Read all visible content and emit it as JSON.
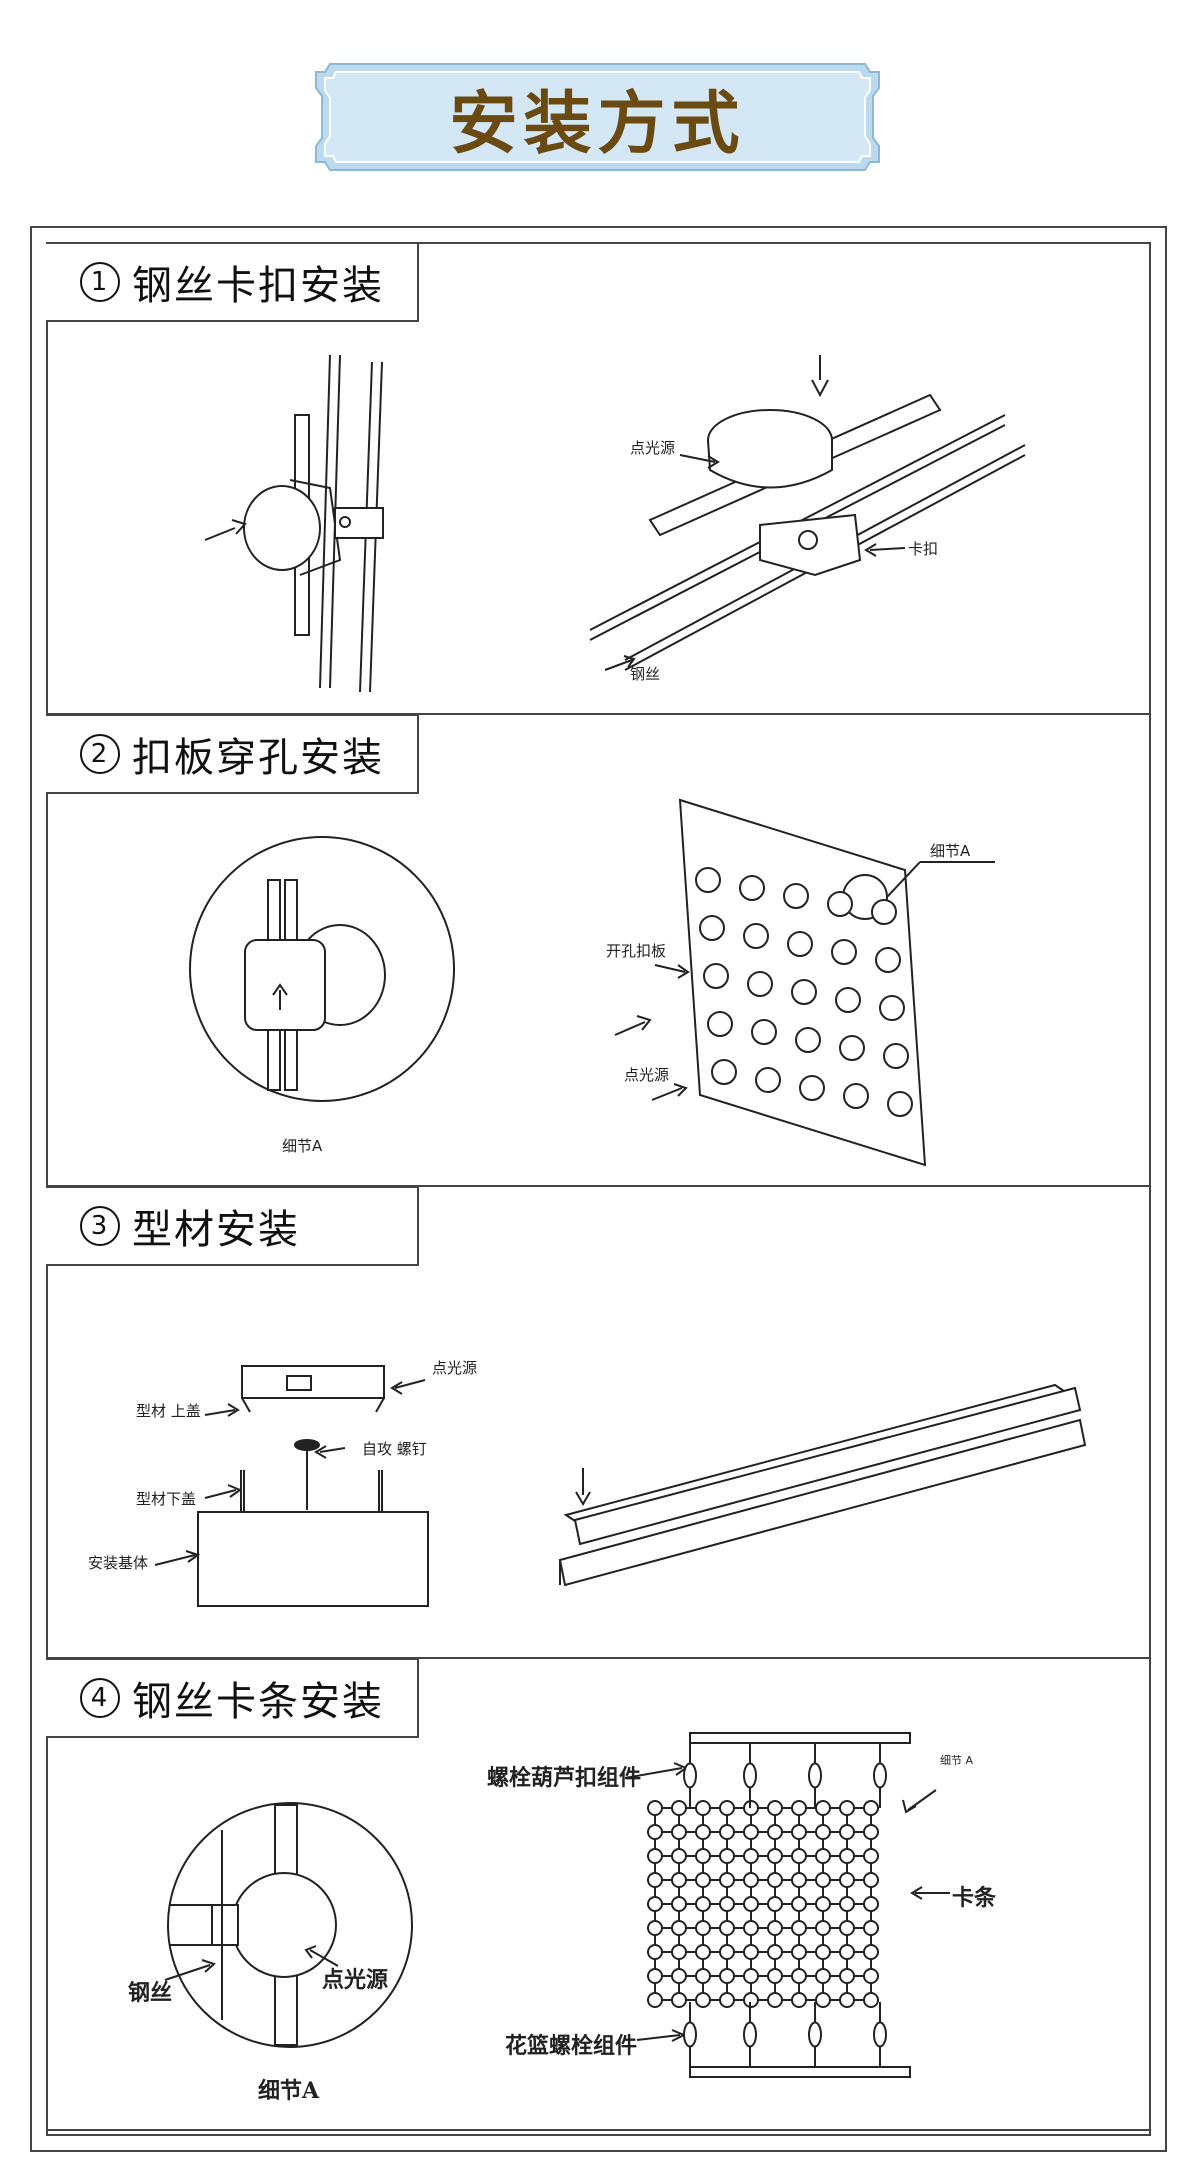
{
  "banner": {
    "title": "安装方式"
  },
  "sections": [
    {
      "num": "1",
      "title": "钢丝卡扣安装",
      "labels": {
        "light": "点光源",
        "clip": "卡扣",
        "wire": "钢丝"
      }
    },
    {
      "num": "2",
      "title": "扣板穿孔安装",
      "labels": {
        "detail_top": "细节A",
        "plate": "开孔扣板",
        "light": "点光源",
        "detail_bottom": "细节A"
      }
    },
    {
      "num": "3",
      "title": "型材安装",
      "labels": {
        "light": "点光源",
        "upper": "型材 上盖",
        "screw": "自攻 螺钉",
        "lower": "型材下盖",
        "base": "安装基体"
      }
    },
    {
      "num": "4",
      "title": "钢丝卡条安装",
      "labels": {
        "turnbuckle": "螺栓葫芦扣组件",
        "detail_small": "细节 A",
        "strip": "卡条",
        "basket": "花篮螺栓组件",
        "wire": "钢丝",
        "light": "点光源",
        "detail": "细节A"
      }
    }
  ]
}
